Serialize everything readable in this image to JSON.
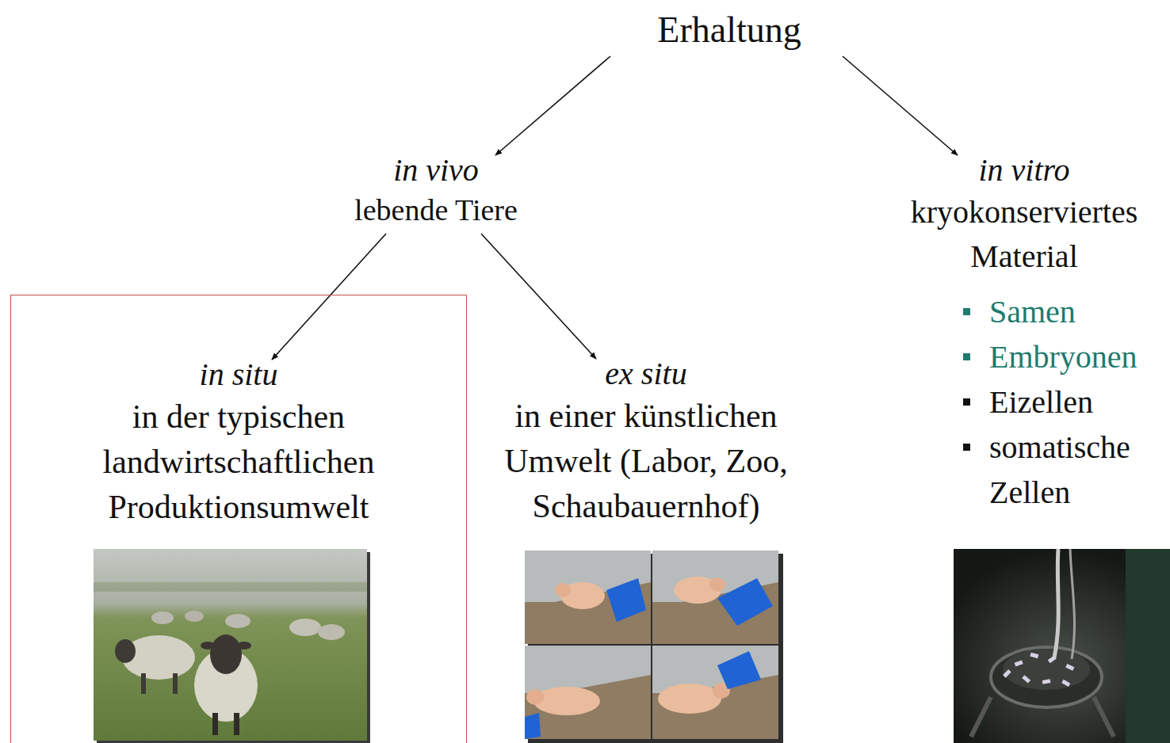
{
  "diagram": {
    "nodes": [
      {
        "text": [
          "Erhaltung"
        ]
      },
      {
        "text": [
          "in vivo",
          "lebende Tiere"
        ]
      },
      {
        "text": [
          "in vitro",
          "kryokonserviertes Material",
          "Samen",
          "Embryonen",
          "Eizellen",
          "somatische Zellen"
        ]
      },
      {
        "text": [
          "in situ",
          "in der typischen landwirtschaftlichen Produktionsumwelt"
        ]
      },
      {
        "text": [
          "ex situ",
          "in einer künstlichen Umwelt (Labor, Zoo, Schaubauernhof)"
        ]
      }
    ],
    "edges": [
      {
        "from": 0,
        "to": 1,
        "arrow": "to"
      },
      {
        "from": 0,
        "to": 2,
        "arrow": "to"
      },
      {
        "from": 1,
        "to": 3,
        "arrow": "to"
      },
      {
        "from": 1,
        "to": 4,
        "arrow": "to"
      }
    ]
  }
}
